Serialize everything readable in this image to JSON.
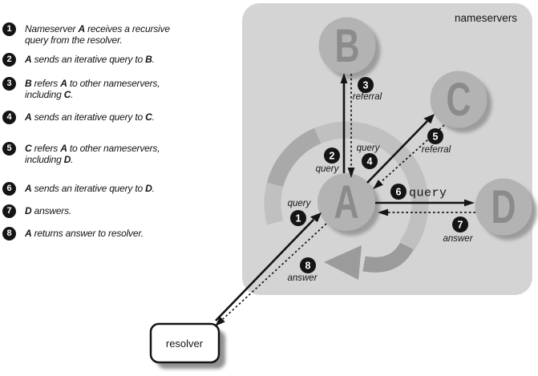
{
  "legend": {
    "steps": [
      {
        "num": "1",
        "parts": [
          [
            "Nameserver ",
            0
          ],
          [
            "A",
            1
          ],
          [
            " receives a recursive query from the resolver.",
            0
          ]
        ]
      },
      {
        "num": "2",
        "parts": [
          [
            "A",
            1
          ],
          [
            " sends an iterative query to ",
            0
          ],
          [
            "B",
            1
          ],
          [
            ".",
            0
          ]
        ]
      },
      {
        "num": "3",
        "parts": [
          [
            "B",
            1
          ],
          [
            " refers ",
            0
          ],
          [
            "A",
            1
          ],
          [
            " to other nameservers, including ",
            0
          ],
          [
            "C",
            1
          ],
          [
            ".",
            0
          ]
        ]
      },
      {
        "num": "4",
        "parts": [
          [
            "A",
            1
          ],
          [
            " sends an iterative query to ",
            0
          ],
          [
            "C",
            1
          ],
          [
            ".",
            0
          ]
        ]
      },
      {
        "num": "5",
        "parts": [
          [
            "C",
            1
          ],
          [
            " refers ",
            0
          ],
          [
            "A",
            1
          ],
          [
            " to other nameservers, including ",
            0
          ],
          [
            "D",
            1
          ],
          [
            ".",
            0
          ]
        ]
      },
      {
        "num": "6",
        "parts": [
          [
            "A",
            1
          ],
          [
            " sends an iterative query to ",
            0
          ],
          [
            "D",
            1
          ],
          [
            ".",
            0
          ]
        ]
      },
      {
        "num": "7",
        "parts": [
          [
            "D",
            1
          ],
          [
            " answers.",
            0
          ]
        ]
      },
      {
        "num": "8",
        "parts": [
          [
            "A",
            1
          ],
          [
            " returns answer to resolver.",
            0
          ]
        ]
      }
    ]
  },
  "diagram": {
    "region_label": "nameservers",
    "resolver": {
      "label": "resolver"
    },
    "nodes": {
      "a": "A",
      "b": "B",
      "c": "C",
      "d": "D"
    },
    "markers": {
      "m1": {
        "num": "1",
        "label": "query"
      },
      "m2": {
        "num": "2",
        "label": "query"
      },
      "m3": {
        "num": "3",
        "label": "referral"
      },
      "m4": {
        "num": "4",
        "label": "query"
      },
      "m5": {
        "num": "5",
        "label": "referral"
      },
      "m6": {
        "num": "6",
        "label": "query"
      },
      "m7": {
        "num": "7",
        "label": "answer"
      },
      "m8": {
        "num": "8",
        "label": "answer"
      }
    }
  },
  "colors": {
    "region_bg": "#d4d4d4",
    "ring": "#c0c0c0",
    "ring_dark_segment": "#a9a9a9",
    "cycle_swoosh": "#9b9b9b",
    "node_fill": "#b3b3b3",
    "node_letter": "#8b8b8b",
    "node_shadow": "#9c9c9c",
    "badge_bg": "#141414",
    "badge_text": "#ffffff",
    "arrow": "#141414",
    "resolver_fill": "#ffffff",
    "resolver_border": "#141414"
  }
}
